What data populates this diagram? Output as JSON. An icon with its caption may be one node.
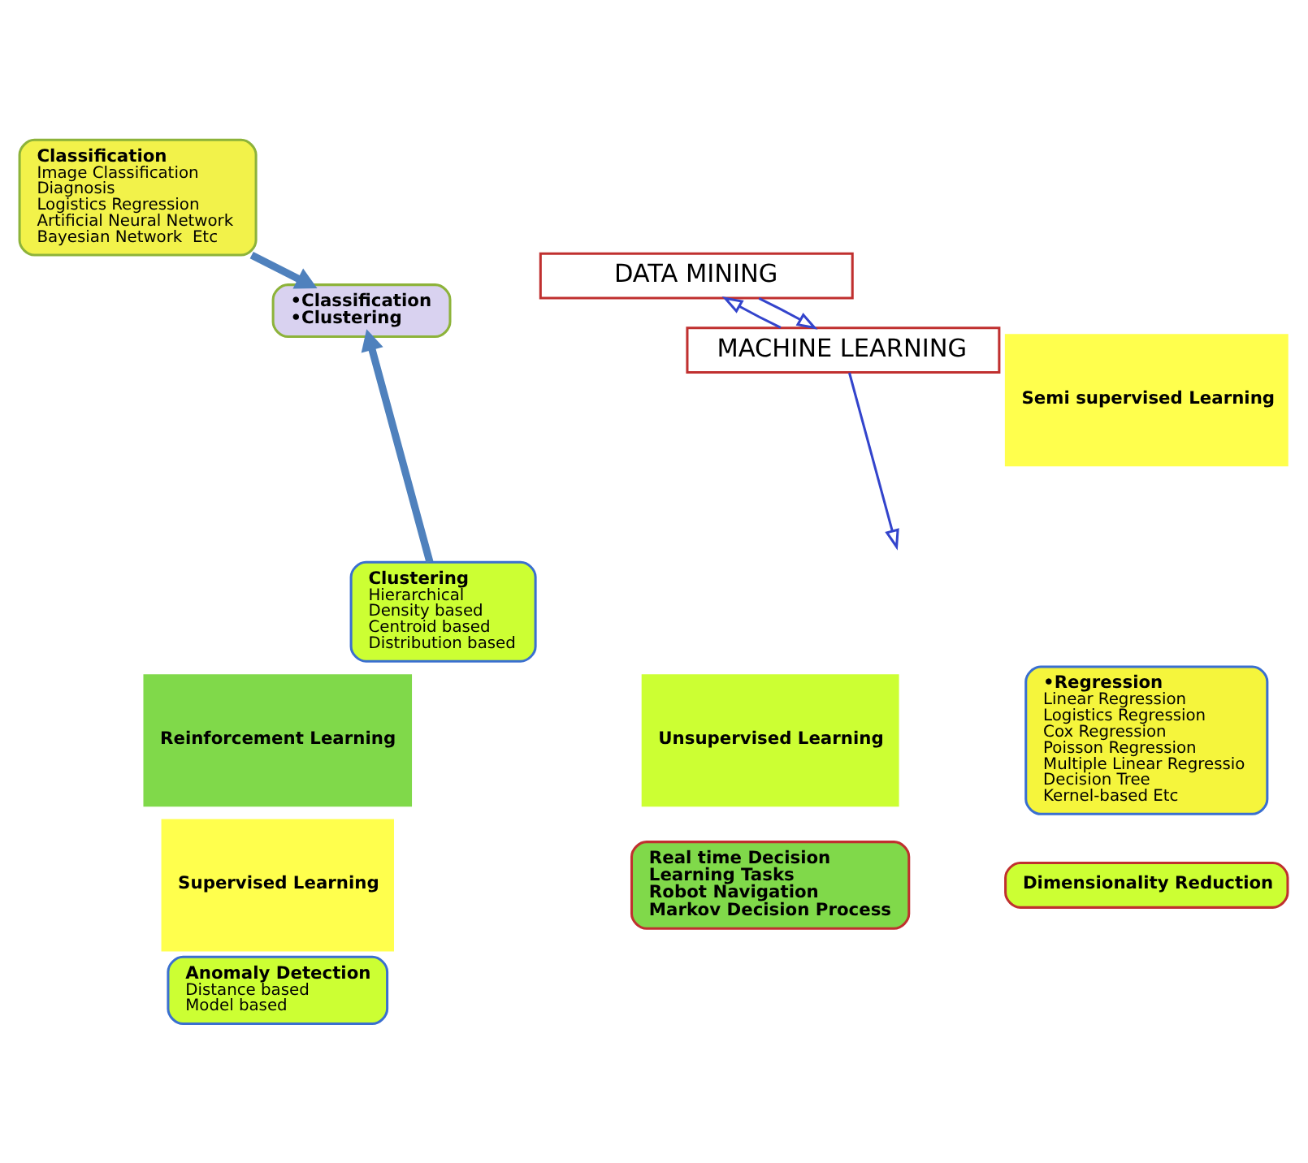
{
  "diagram": {
    "nodes": [
      {
        "text": [
          "DATA MINING"
        ]
      },
      {
        "text": [
          "MACHINE LEARNING"
        ]
      },
      {
        "text": [
          "Classification",
          "Image Classification",
          "Diagnosis",
          "Logistics Regression",
          "Artificial Neural Network",
          "Bayesian Network  Etc"
        ]
      },
      {
        "text": [
          "•Regression",
          "Linear Regression",
          "Logistics Regression",
          "Cox Regression",
          "Poisson Regression",
          "Multiple Linear Regressio",
          "Decision Tree",
          "Kernel-based Etc"
        ]
      },
      {
        "text": [
          "Supervised Learning"
        ]
      },
      {
        "text": [
          "Semi supervised Learning"
        ]
      },
      {
        "text": [
          "Reinforcement Learning"
        ]
      },
      {
        "text": [
          "Unsupervised Learning"
        ]
      },
      {
        "text": [
          "•Classification",
          "•Clustering"
        ]
      },
      {
        "text": [
          "Clustering",
          "Hierarchical",
          "Density based",
          "Centroid based",
          "Distribution based"
        ]
      },
      {
        "text": [
          "Anomaly Detection",
          "Distance based",
          "Model based"
        ]
      },
      {
        "text": [
          "Dimensionality Reduction"
        ]
      },
      {
        "text": [
          "Real time Decision",
          "Learning Tasks",
          "Robot Navigation",
          "Markov Decision Process"
        ]
      }
    ],
    "edges": [
      {
        "from": 1,
        "to": 0,
        "arrow": "to"
      },
      {
        "from": 0,
        "to": 1,
        "arrow": "to"
      },
      {
        "from": 1,
        "to": null,
        "arrow": "to"
      },
      {
        "from": 2,
        "to": 8,
        "arrow": "to",
        "style": "thick",
        "color": "#4f81bd"
      },
      {
        "from": 9,
        "to": 8,
        "arrow": "to",
        "style": "thick",
        "color": "#4f81bd"
      }
    ]
  }
}
